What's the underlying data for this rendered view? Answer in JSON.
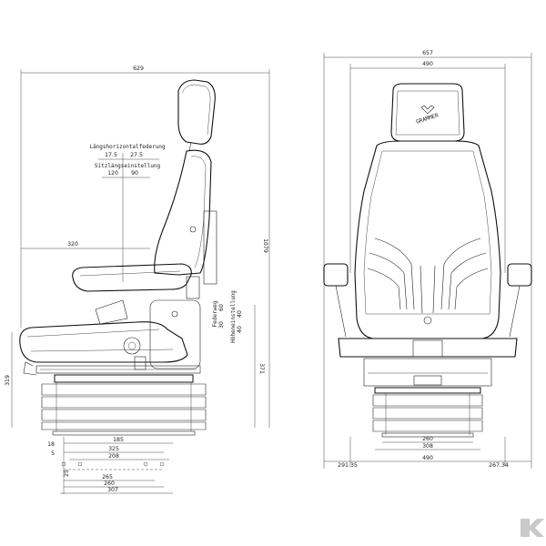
{
  "side_view": {
    "dims": {
      "width_top": "629",
      "height_total": "1079",
      "lever_height": "371",
      "base_height": "319",
      "armrest_depth": "320",
      "bottom_185": "185",
      "bottom_325": "325",
      "bottom_208": "208",
      "bottom_265": "265",
      "bottom_260": "260",
      "bottom_307": "307",
      "left_18": "18",
      "left_5": "5",
      "left_25": "25"
    },
    "labels": {
      "horizontal_suspension": "Längshorizontalfederung",
      "horiz_a": "17.5",
      "horiz_b": "27.5",
      "fore_aft": "Sitzlängseinstellung",
      "fore_a": "120",
      "fore_b": "90",
      "suspension_travel": "Federweg",
      "susp_a": "30",
      "susp_b": "60",
      "height_adjust": "Höheneinstellung",
      "height_a": "40",
      "height_b": "40"
    }
  },
  "front_view": {
    "dims": {
      "width_total": "657",
      "headrest_width": "490",
      "left_offset": "291.35",
      "bottom_width": "490",
      "right_offset": "267.34",
      "base_260": "260",
      "base_308": "308"
    },
    "brand": "GRAMMER"
  },
  "logo": "K"
}
